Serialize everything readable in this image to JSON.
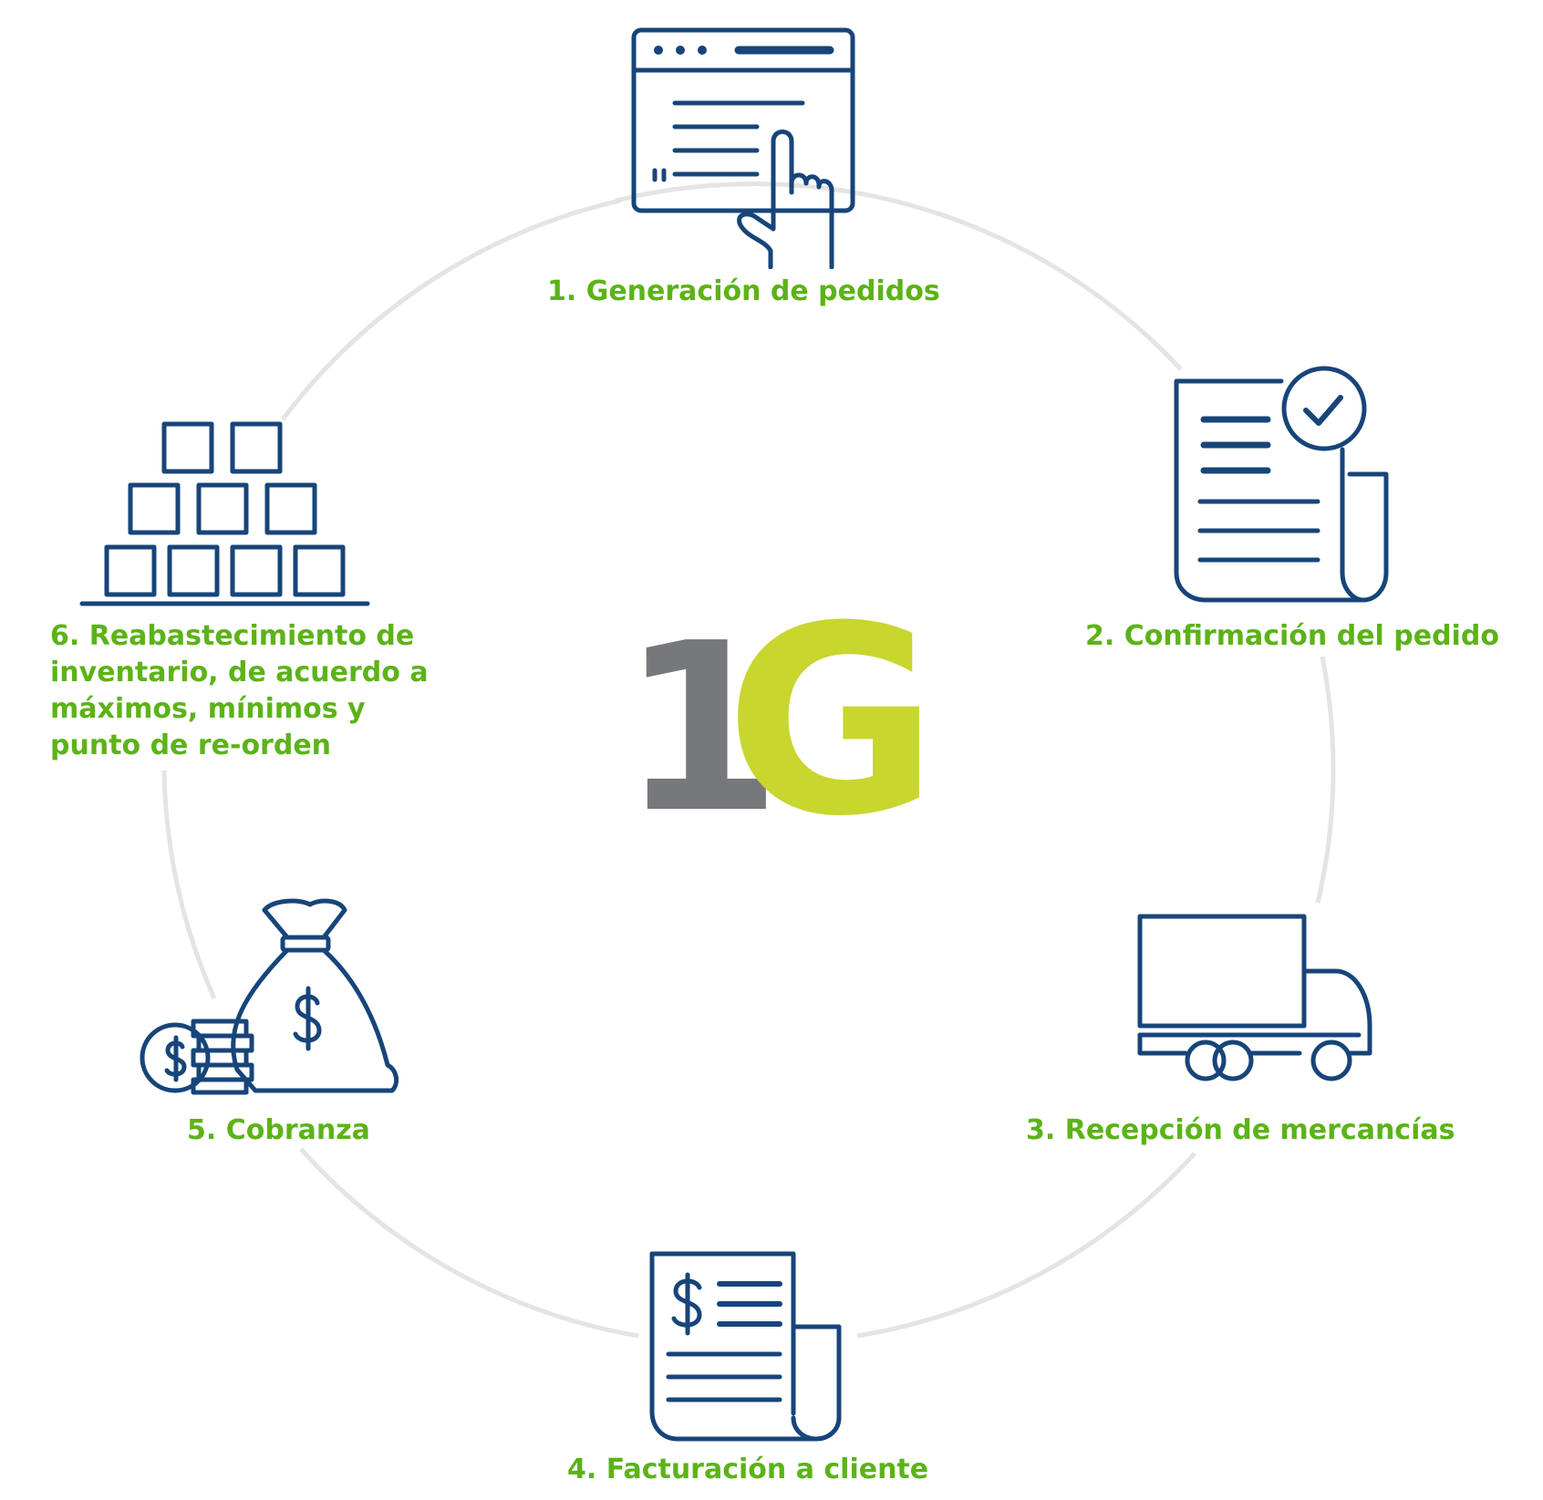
{
  "colors": {
    "icon_stroke": "#17457a",
    "label_green": "#5cb318",
    "ring_gray": "#e4e4e4",
    "logo_one": "#76787b",
    "logo_g": "#c8d62e"
  },
  "logo": {
    "one": "1",
    "g": "G"
  },
  "steps": [
    {
      "label_lines": [
        "1.  Generación de pedidos"
      ],
      "icon": "order-form-touch-icon"
    },
    {
      "label_lines": [
        "2. Confirmación del pedido"
      ],
      "icon": "document-check-icon"
    },
    {
      "label_lines": [
        "3. Recepción de mercancías"
      ],
      "icon": "delivery-truck-icon"
    },
    {
      "label_lines": [
        "4. Facturación a cliente"
      ],
      "icon": "invoice-icon"
    },
    {
      "label_lines": [
        "5. Cobranza"
      ],
      "icon": "money-bag-icon"
    },
    {
      "label_lines": [
        "6. Reabastecimiento de",
        "inventario, de acuerdo a",
        "máximos, mínimos y",
        "punto de re-orden"
      ],
      "icon": "stacked-boxes-icon"
    }
  ]
}
